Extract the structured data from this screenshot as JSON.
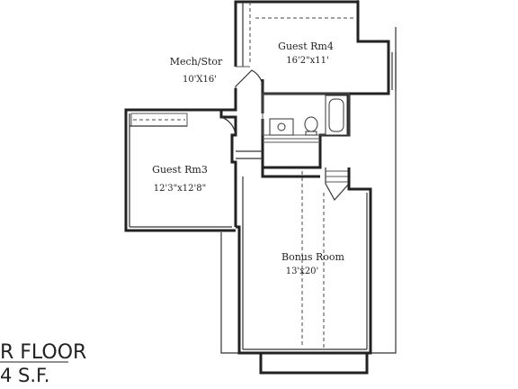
{
  "rooms": {
    "guest_rm4": {
      "name": "Guest Rm4",
      "dims": "16'2\"x11'"
    },
    "mech_stor": {
      "name": "Mech/Stor",
      "dims": "10'X16'"
    },
    "guest_rm3": {
      "name": "Guest Rm3",
      "dims": "12'3\"x12'8\""
    },
    "bonus_room": {
      "name": "Bonus Room",
      "dims": "13'x20'"
    }
  },
  "floor": {
    "title_fragment": "R FLOOR",
    "area_fragment": "4 S.F."
  }
}
